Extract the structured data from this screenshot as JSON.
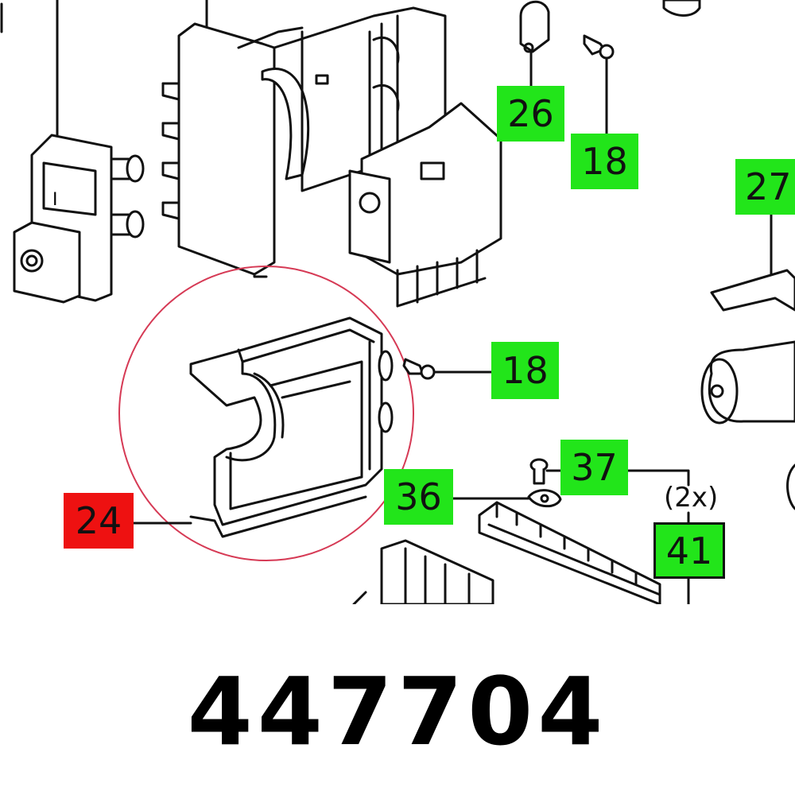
{
  "part_number": "447704",
  "callouts": [
    {
      "id": "26",
      "label": "26",
      "color": "green"
    },
    {
      "id": "18a",
      "label": "18",
      "color": "green"
    },
    {
      "id": "27",
      "label": "27",
      "color": "green"
    },
    {
      "id": "18b",
      "label": "18",
      "color": "green"
    },
    {
      "id": "37",
      "label": "37",
      "color": "green"
    },
    {
      "id": "36",
      "label": "36",
      "color": "green"
    },
    {
      "id": "41",
      "label": "41",
      "color": "green"
    },
    {
      "id": "24",
      "label": "24",
      "color": "red"
    }
  ],
  "quantity_note": "(2x)",
  "colors": {
    "highlight": "#ee1111",
    "callout": "#22e51a",
    "circle": "#d63a55"
  }
}
